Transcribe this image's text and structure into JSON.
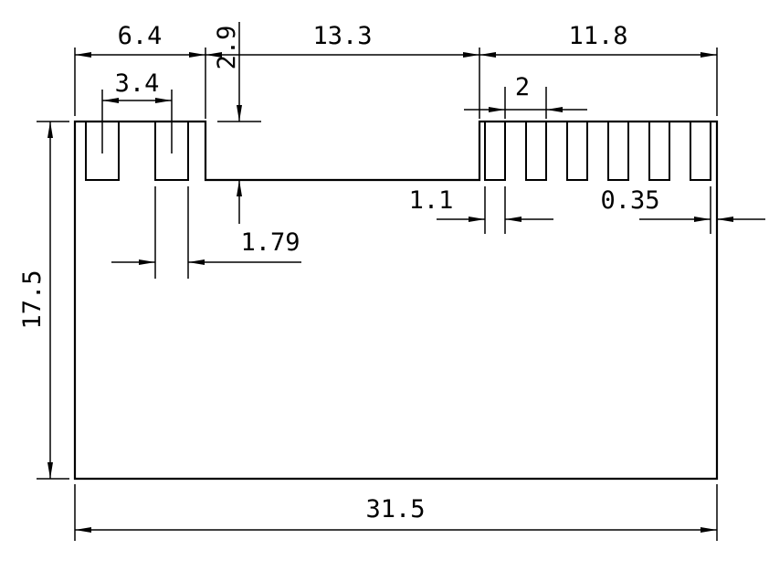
{
  "dimensions": {
    "top_left_width": "6.4",
    "step_depth": "2.9",
    "top_middle_width": "13.3",
    "top_right_width": "11.8",
    "left_slot_pitch": "3.4",
    "right_slot_pitch": "2",
    "right_slot_width": "1.1",
    "right_edge_gap": "0.35",
    "left_slot_width": "1.79",
    "overall_height": "17.5",
    "overall_width": "31.5"
  }
}
